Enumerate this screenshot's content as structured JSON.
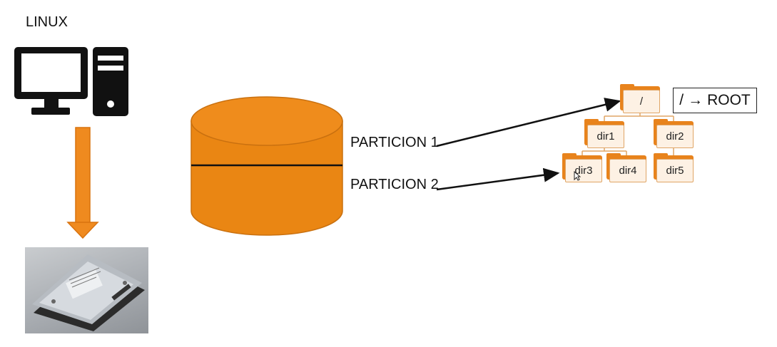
{
  "title": "LINUX",
  "partitions": [
    "PARTICION 1",
    "PARTICION 2"
  ],
  "root_label": {
    "slash": "/",
    "arrow": "→",
    "word": "ROOT"
  },
  "tree": {
    "root": "/",
    "level1": [
      "dir1",
      "dir2"
    ],
    "level2": [
      "dir3",
      "dir4",
      "dir5"
    ]
  },
  "colors": {
    "accent": "#e8831c",
    "folder_face": "#fdf1e4",
    "ink": "#111111"
  },
  "icons": [
    "computer-icon",
    "down-arrow-icon",
    "hard-drive-photo",
    "disk-cylinder"
  ]
}
